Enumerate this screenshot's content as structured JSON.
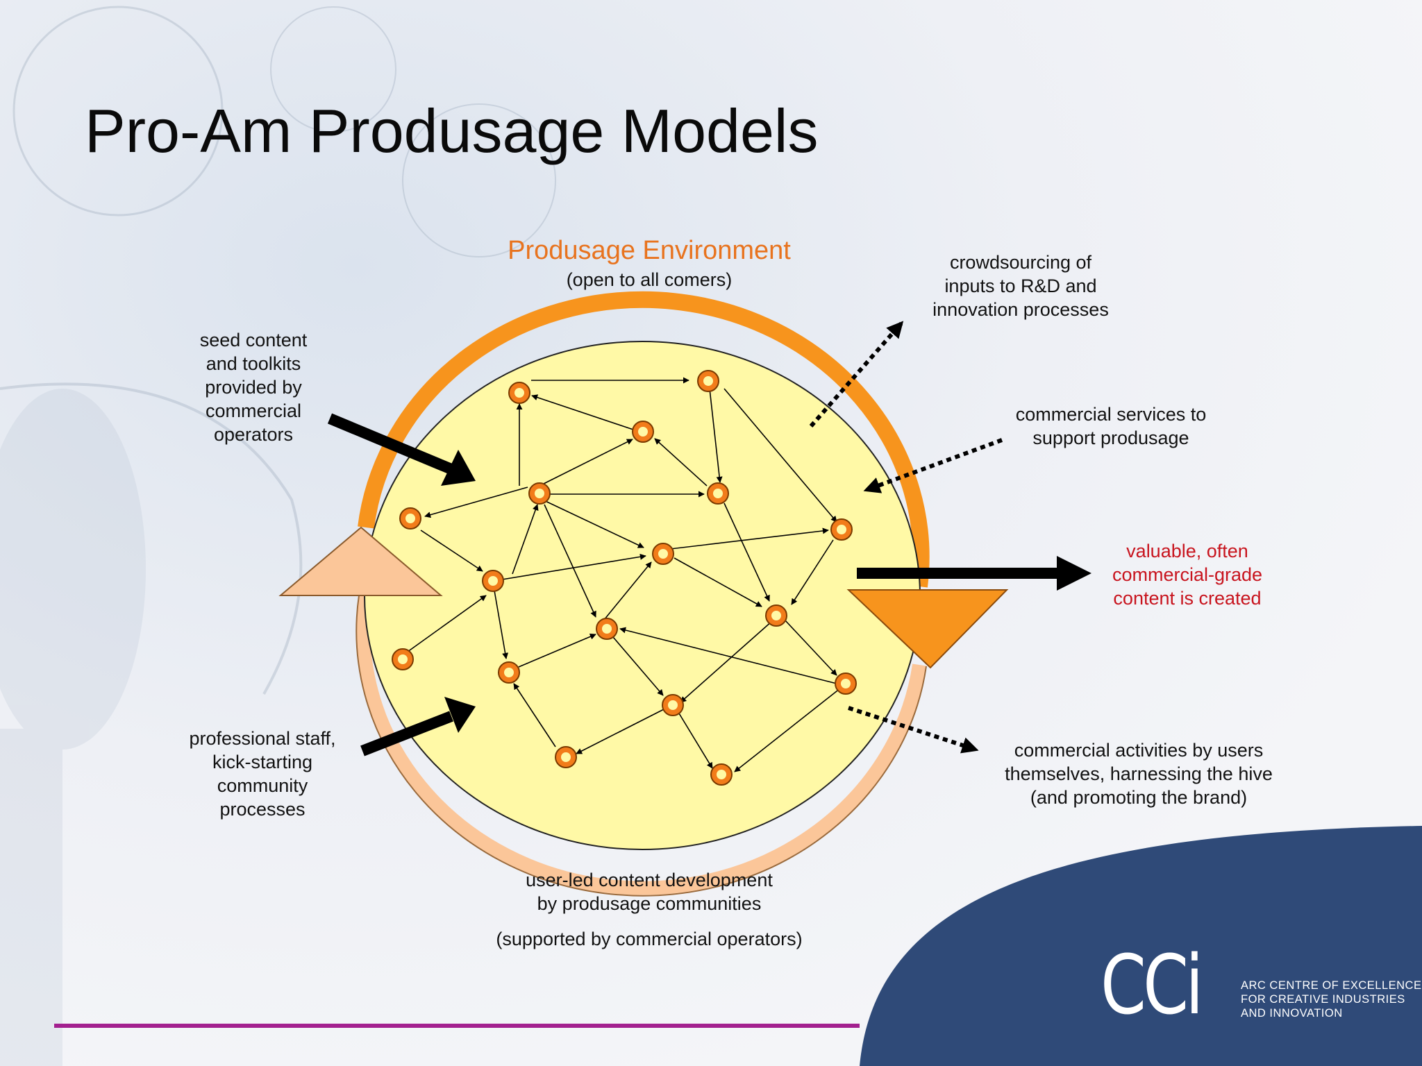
{
  "slide": {
    "title": "Pro-Am Produsage Models"
  },
  "environment": {
    "title": "Produsage Environment",
    "subtitle": "(open to all comers)"
  },
  "labels": {
    "seed": "seed content\nand toolkits\nprovided by\ncommercial\noperators",
    "crowdsourcing": "crowdsourcing of\ninputs to R&D and\ninnovation processes",
    "commercial_services": "commercial services to\nsupport produsage",
    "valuable": "valuable, often\ncommercial-grade\ncontent is created",
    "professional": "professional staff,\nkick-starting\ncommunity\nprocesses",
    "commercial_activities": "commercial activities by users\nthemselves, harnessing the hive\n(and promoting the brand)",
    "user_led": "user-led content development\nby produsage communities",
    "supported": "(supported by commercial operators)"
  },
  "colors": {
    "circle_fill": "#fff9a6",
    "orange_arc": "#f7941d",
    "peach_arc": "#fbc699",
    "node_orange": "#f27c1a",
    "accent_line": "#a3208f",
    "footer_blue": "#2f4a78",
    "highlight_red": "#c8141e",
    "env_orange": "#e8731e"
  },
  "logo": {
    "mark": "CCi",
    "text": "ARC CENTRE OF EXCELLENCE\nFOR CREATIVE  INDUSTRIES\nAND INNOVATION"
  }
}
